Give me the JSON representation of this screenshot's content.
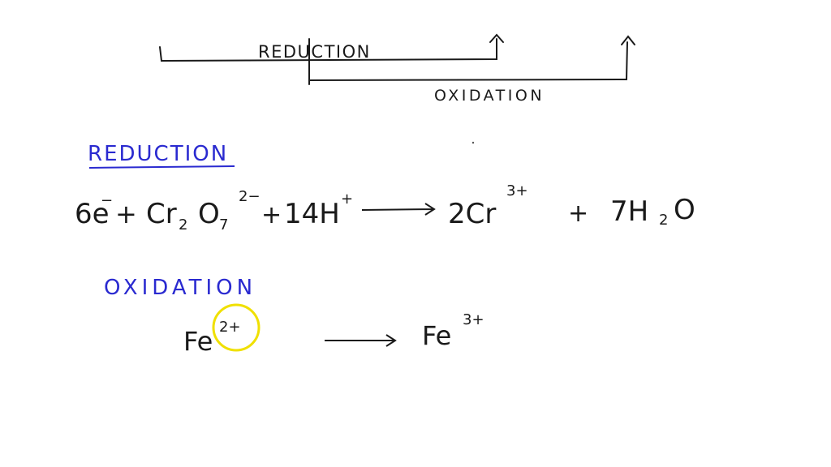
{
  "top_bracket": {
    "reduction_label": "REDUCTION",
    "oxidation_label": "OXIDATION"
  },
  "reduction_section": {
    "heading": "REDUCTION",
    "equation": {
      "electrons": "6e",
      "electron_charge": "−",
      "plus1": "+",
      "dichromate_cr": "Cr",
      "dichromate_cr_sub": "2",
      "dichromate_o": "O",
      "dichromate_o_sub": "7",
      "dichromate_charge": "2−",
      "plus2": "+",
      "hydrogen": "14H",
      "hydrogen_charge": "+",
      "product_cr": "2Cr",
      "product_cr_charge": "3+",
      "plus3": "+",
      "water_h": "7H",
      "water_sub": "2",
      "water_o": "O"
    }
  },
  "oxidation_section": {
    "heading": "OXIDATION",
    "equation": {
      "reactant": "Fe",
      "reactant_charge": "2+",
      "product": "Fe",
      "product_charge": "3+"
    }
  },
  "colors": {
    "ink": "#1a1a1a",
    "blue": "#2a2ad0",
    "highlight": "#f0e000"
  }
}
